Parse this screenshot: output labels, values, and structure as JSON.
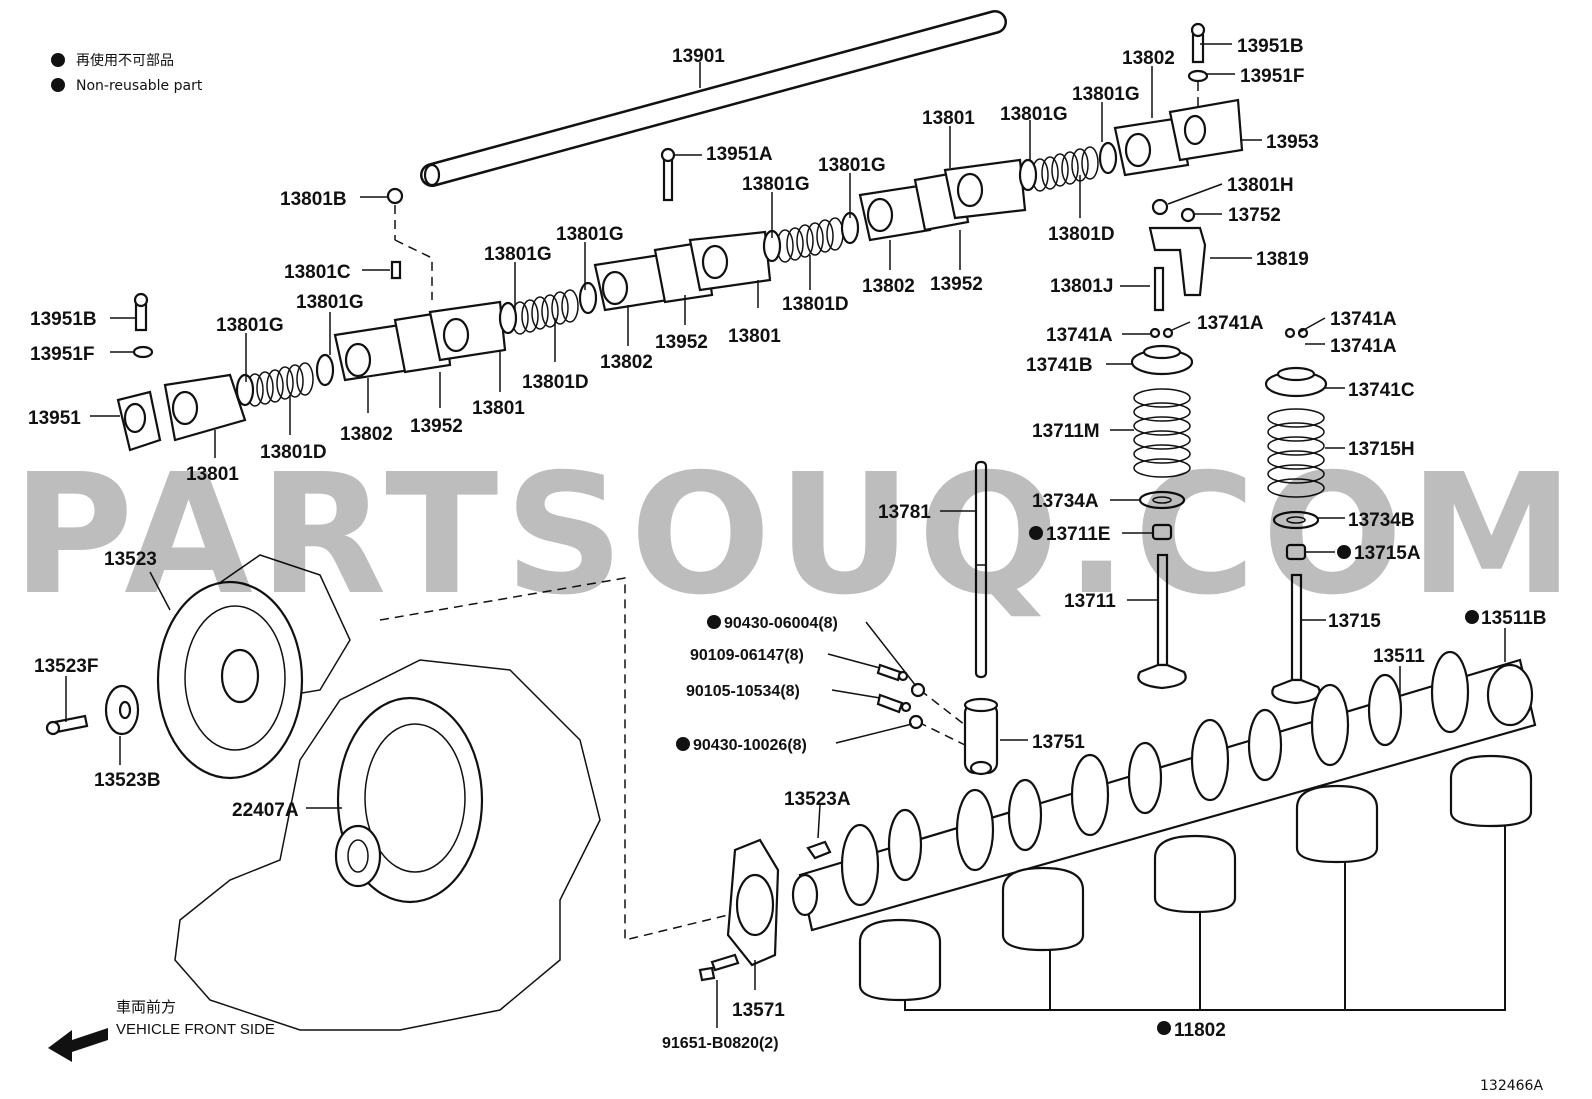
{
  "legend": {
    "jp": "再使用不可部品",
    "en": "Non-reusable part"
  },
  "watermark": "PARTSOUQ.COM",
  "direction": {
    "jp": "車両前方",
    "en": "VEHICLE FRONT SIDE"
  },
  "diagram_id": "132466A",
  "labels": {
    "p13901": "13901",
    "p13951B_r": "13951B",
    "p13951F_r": "13951F",
    "p13802_r": "13802",
    "p13801G_r": "13801G",
    "p13953": "13953",
    "p13801_tr": "13801",
    "p13801G_tr": "13801G",
    "p13801H": "13801H",
    "p13752": "13752",
    "p13801D_tr": "13801D",
    "p13819": "13819",
    "p13951A": "13951A",
    "p13801G_m2": "13801G",
    "p13801G_m1": "13801G",
    "p13802_m2": "13802",
    "p13952_m2": "13952",
    "p13801D_m2": "13801D",
    "p13801J": "13801J",
    "p13801B": "13801B",
    "p13801G_m3": "13801G",
    "p13801G_m4": "13801G",
    "p13801C": "13801C",
    "p13801G_l": "13801G",
    "p13951B_l": "13951B",
    "p13801G_l2": "13801G",
    "p13951F_l": "13951F",
    "p13801_m": "13801",
    "p13952_m": "13952",
    "p13802_m": "13802",
    "p13801D_m": "13801D",
    "p13801_l2": "13801",
    "p13951": "13951",
    "p13802_l": "13802",
    "p13952_l": "13952",
    "p13801D_l": "13801D",
    "p13801_l": "13801",
    "p13741A_a": "13741A",
    "p13741A_b": "13741A",
    "p13741A_c": "13741A",
    "p13741A_d": "13741A",
    "p13741B": "13741B",
    "p13741C": "13741C",
    "p13711M": "13711M",
    "p13715H": "13715H",
    "p13734A": "13734A",
    "p13734B": "13734B",
    "p13781": "13781",
    "p13711E": "13711E",
    "p13715A": "13715A",
    "p13711": "13711",
    "p13715": "13715",
    "p13523": "13523",
    "p90430_06004": "90430-06004(8)",
    "p13511B": "13511B",
    "p13511": "13511",
    "p90109": "90109-06147(8)",
    "p13523F": "13523F",
    "p90105": "90105-10534(8)",
    "p13751": "13751",
    "p90430_10026": "90430-10026(8)",
    "p13523B": "13523B",
    "p13523A": "13523A",
    "p22407A": "22407A",
    "p13571": "13571",
    "p91651": "91651-B0820(2)",
    "p11802": "11802"
  }
}
